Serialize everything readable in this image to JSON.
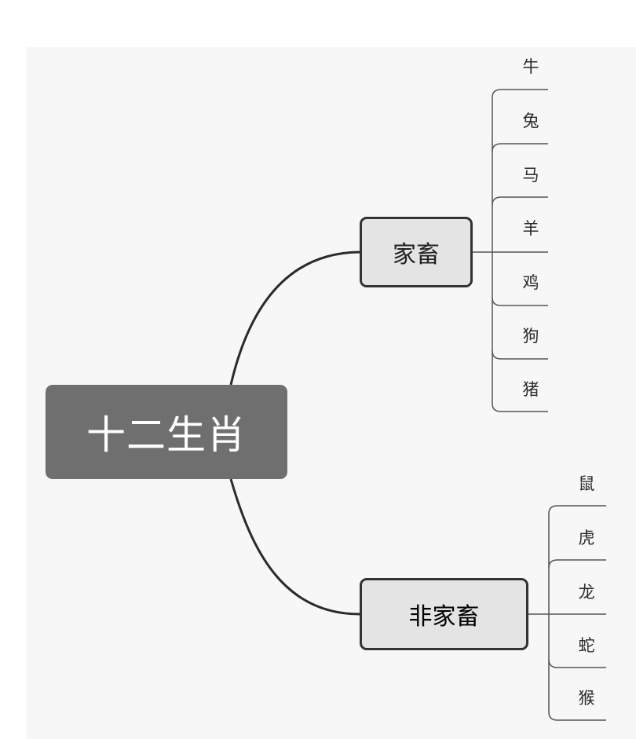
{
  "root": {
    "label": "十二生肖"
  },
  "branches": [
    {
      "label": "家畜",
      "children": [
        "牛",
        "兔",
        "马",
        "羊",
        "鸡",
        "狗",
        "猪"
      ]
    },
    {
      "label": "非家畜",
      "children": [
        "鼠",
        "虎",
        "龙",
        "蛇",
        "猴"
      ]
    }
  ],
  "colors": {
    "root_fill": "#6f6f6f",
    "branch_fill": "#e4e4e4",
    "line": "#333333"
  }
}
